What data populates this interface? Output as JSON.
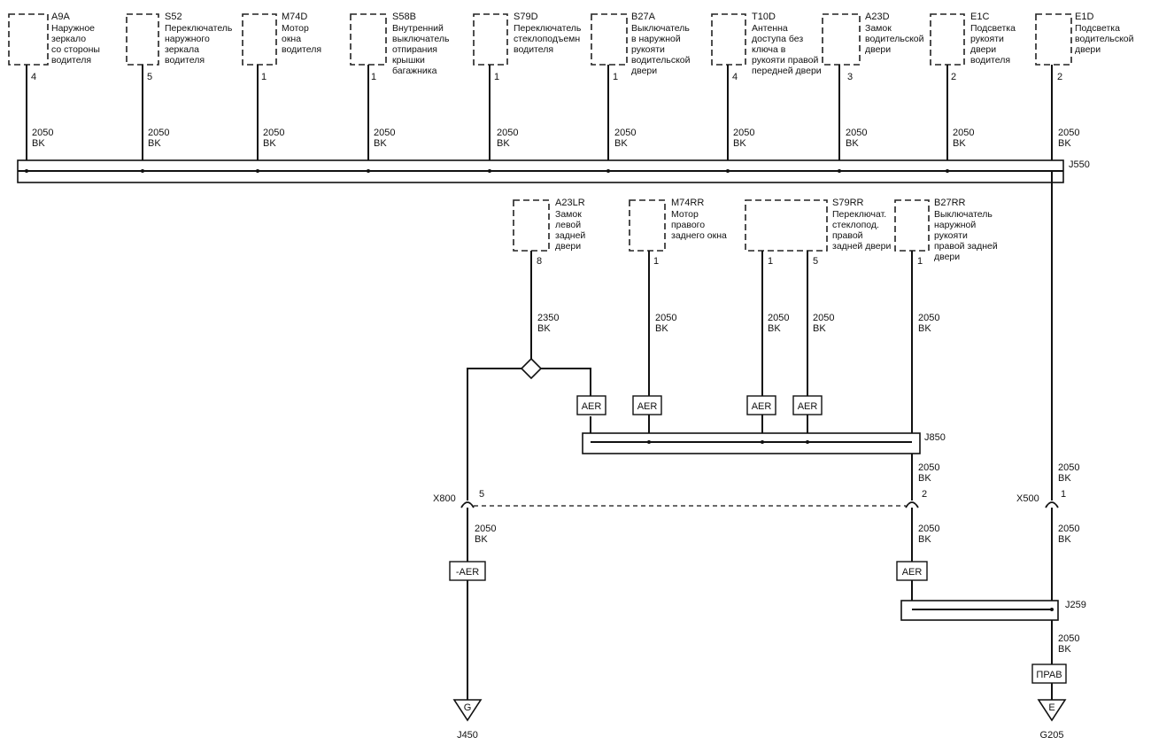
{
  "components": [
    {
      "code": "A9A",
      "lines": [
        "Наружное",
        "зеркало",
        "со стороны",
        "водителя"
      ],
      "pin": "4"
    },
    {
      "code": "S52",
      "lines": [
        "Переключатель",
        "наружного",
        "зеркала",
        "водителя"
      ],
      "pin": "5"
    },
    {
      "code": "M74D",
      "lines": [
        "Мотор",
        "окна",
        "водителя"
      ],
      "pin": "1"
    },
    {
      "code": "S58B",
      "lines": [
        "Внутренний",
        "выключатель",
        "отпирания",
        "крышки",
        "багажника"
      ],
      "pin": "1"
    },
    {
      "code": "S79D",
      "lines": [
        "Переключатель",
        "стеклоподъемн",
        "водителя"
      ],
      "pin": "1"
    },
    {
      "code": "B27A",
      "lines": [
        "Выключатель",
        "в наружной",
        "рукояти",
        "водительской",
        "двери"
      ],
      "pin": "1"
    },
    {
      "code": "T10D",
      "lines": [
        "Антенна",
        "доступа без",
        "ключа в",
        "рукояти правой",
        "передней двери"
      ],
      "pin": "4"
    },
    {
      "code": "A23D",
      "lines": [
        "Замок",
        "водительской",
        "двери"
      ],
      "pin": "3"
    },
    {
      "code": "E1C",
      "lines": [
        "Подсветка",
        "рукояти",
        "двери",
        "водителя"
      ],
      "pin": "2"
    },
    {
      "code": "E1D",
      "lines": [
        "Подсветка",
        "водительской",
        "двери"
      ],
      "pin": "2"
    }
  ],
  "top_wire": {
    "gauge": "2050",
    "color": "BK"
  },
  "splice_top": "J550",
  "lower_components": [
    {
      "code": "A23LR",
      "lines": [
        "Замок",
        "левой",
        "задней",
        "двери"
      ],
      "pins": [
        "8"
      ]
    },
    {
      "code": "M74RR",
      "lines": [
        "Мотор",
        "правого",
        "заднего окна"
      ],
      "pins": [
        "1"
      ]
    },
    {
      "code": "S79RR",
      "lines": [
        "Переключат.",
        "стеклопод.",
        "правой",
        "задней двери"
      ],
      "pins": [
        "1",
        "5"
      ]
    },
    {
      "code": "B27RR",
      "lines": [
        "Выключатель",
        "наружной",
        "рукояти",
        "правой задней",
        "двери"
      ],
      "pins": [
        "1"
      ]
    }
  ],
  "lower_wires": [
    {
      "gauge": "2350",
      "color": "BK"
    },
    {
      "gauge": "2050",
      "color": "BK"
    },
    {
      "gauge": "2050",
      "color": "BK"
    },
    {
      "gauge": "2050",
      "color": "BK"
    },
    {
      "gauge": "2050",
      "color": "BK"
    }
  ],
  "aer_tags": [
    "AER",
    "AER",
    "AER",
    "AER"
  ],
  "splice_mid": "J850",
  "connectors": {
    "x800": {
      "name": "X800",
      "pin_left": "5",
      "pin_right": "2"
    },
    "x500": {
      "name": "X500",
      "pin": "1"
    }
  },
  "lower_wire_labels": {
    "j850_out": {
      "gauge": "2050",
      "color": "BK"
    },
    "x800_left": {
      "gauge": "2050",
      "color": "BK"
    },
    "x800_right": {
      "gauge": "2050",
      "color": "BK"
    },
    "x500_above": {
      "gauge": "2050",
      "color": "BK"
    },
    "x500_below": {
      "gauge": "2050",
      "color": "BK"
    },
    "j259_out": {
      "gauge": "2050",
      "color": "BK"
    }
  },
  "tags_bottom": {
    "left": "-AER",
    "right": "AER",
    "prav": "ПРАВ"
  },
  "splice_bottom": "J259",
  "grounds": [
    {
      "letter": "G",
      "name": "J450"
    },
    {
      "letter": "E",
      "name": "G205"
    }
  ]
}
